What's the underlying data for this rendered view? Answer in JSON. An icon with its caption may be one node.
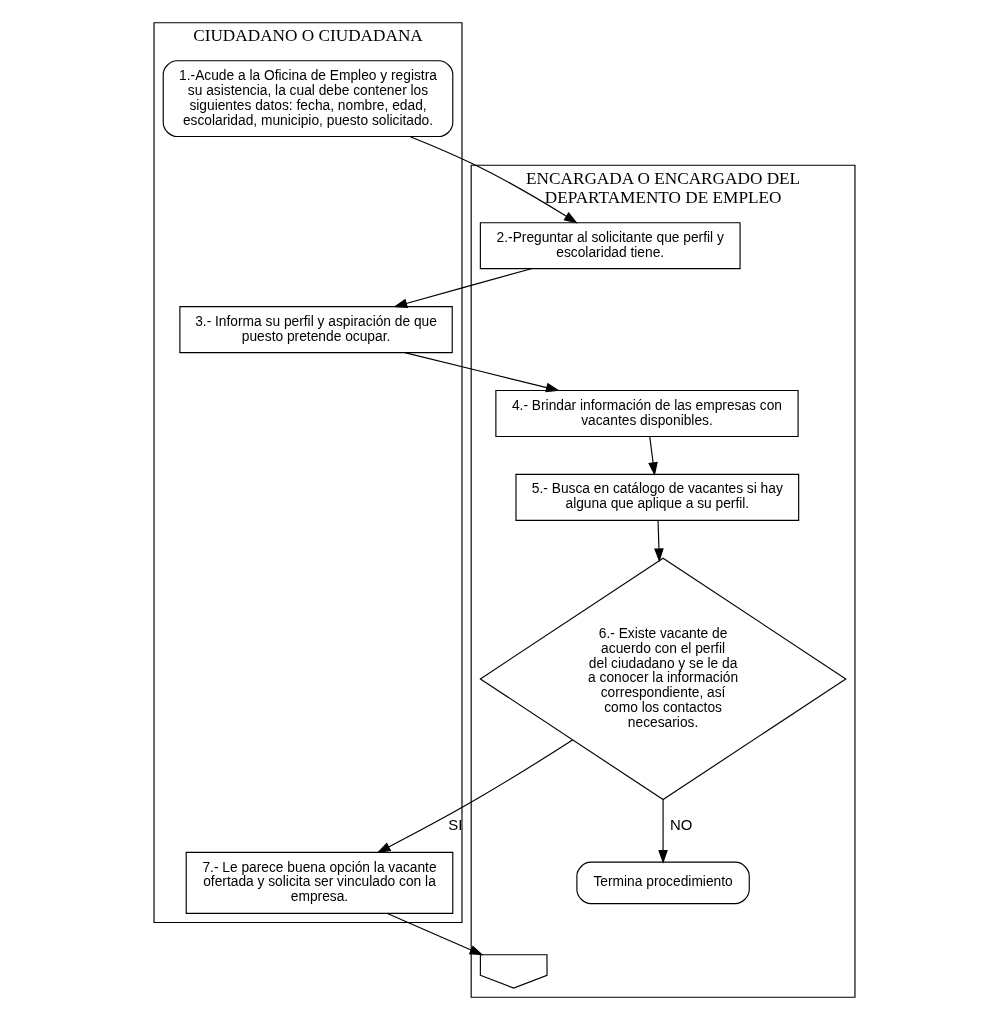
{
  "diagram": {
    "nodes": [
      {
        "text": [
          "CIUDADANO O CIUDADANA"
        ]
      },
      {
        "text": [
          "ENCARGADA O ENCARGADO DEL DEPARTAMENTO DE EMPLEO"
        ]
      },
      {
        "text": [
          "1.-Acude a la Oficina de Empleo y registra su asistencia, la cual debe contener los siguientes datos: fecha, nombre, edad, escolaridad, municipio, puesto solicitado."
        ],
        "in": 0
      },
      {
        "text": [
          "2.-Preguntar al solicitante que perfil y escolaridad tiene."
        ],
        "in": 1
      },
      {
        "text": [
          "3.- Informa su perfil y aspiración de que puesto pretende ocupar."
        ],
        "in": 0
      },
      {
        "text": [
          "4.- Brindar información de las empresas con vacantes disponibles."
        ],
        "in": 1
      },
      {
        "text": [
          "5.- Busca en catálogo de vacantes si hay alguna que aplique a su perfil."
        ],
        "in": 1
      },
      {
        "text": [
          "6.- Existe vacante de acuerdo con el perfil del ciudadano y se le da a conocer la información correspondiente, así como los contactos necesarios."
        ],
        "in": 1
      },
      {
        "text": [
          "7.- Le parece buena opción la vacante ofertada y solicita ser vinculado con la empresa."
        ],
        "in": 0
      },
      {
        "text": [],
        "shape": "pentagon",
        "in": 1
      },
      {
        "text": [
          "Termina procedimiento"
        ],
        "in": 1
      }
    ],
    "edges": [
      {
        "from": 2,
        "to": 3,
        "arrow": "to"
      },
      {
        "from": 3,
        "to": 4,
        "arrow": "to"
      },
      {
        "from": 4,
        "to": 5,
        "arrow": "to"
      },
      {
        "from": 5,
        "to": 6,
        "arrow": "to"
      },
      {
        "from": 6,
        "to": 7,
        "arrow": "to"
      },
      {
        "from": 7,
        "to": 8,
        "label": "SI",
        "arrow": "to"
      },
      {
        "from": 7,
        "to": 10,
        "label": "NO",
        "arrow": "to"
      },
      {
        "from": 8,
        "to": 9,
        "arrow": "to"
      }
    ]
  }
}
